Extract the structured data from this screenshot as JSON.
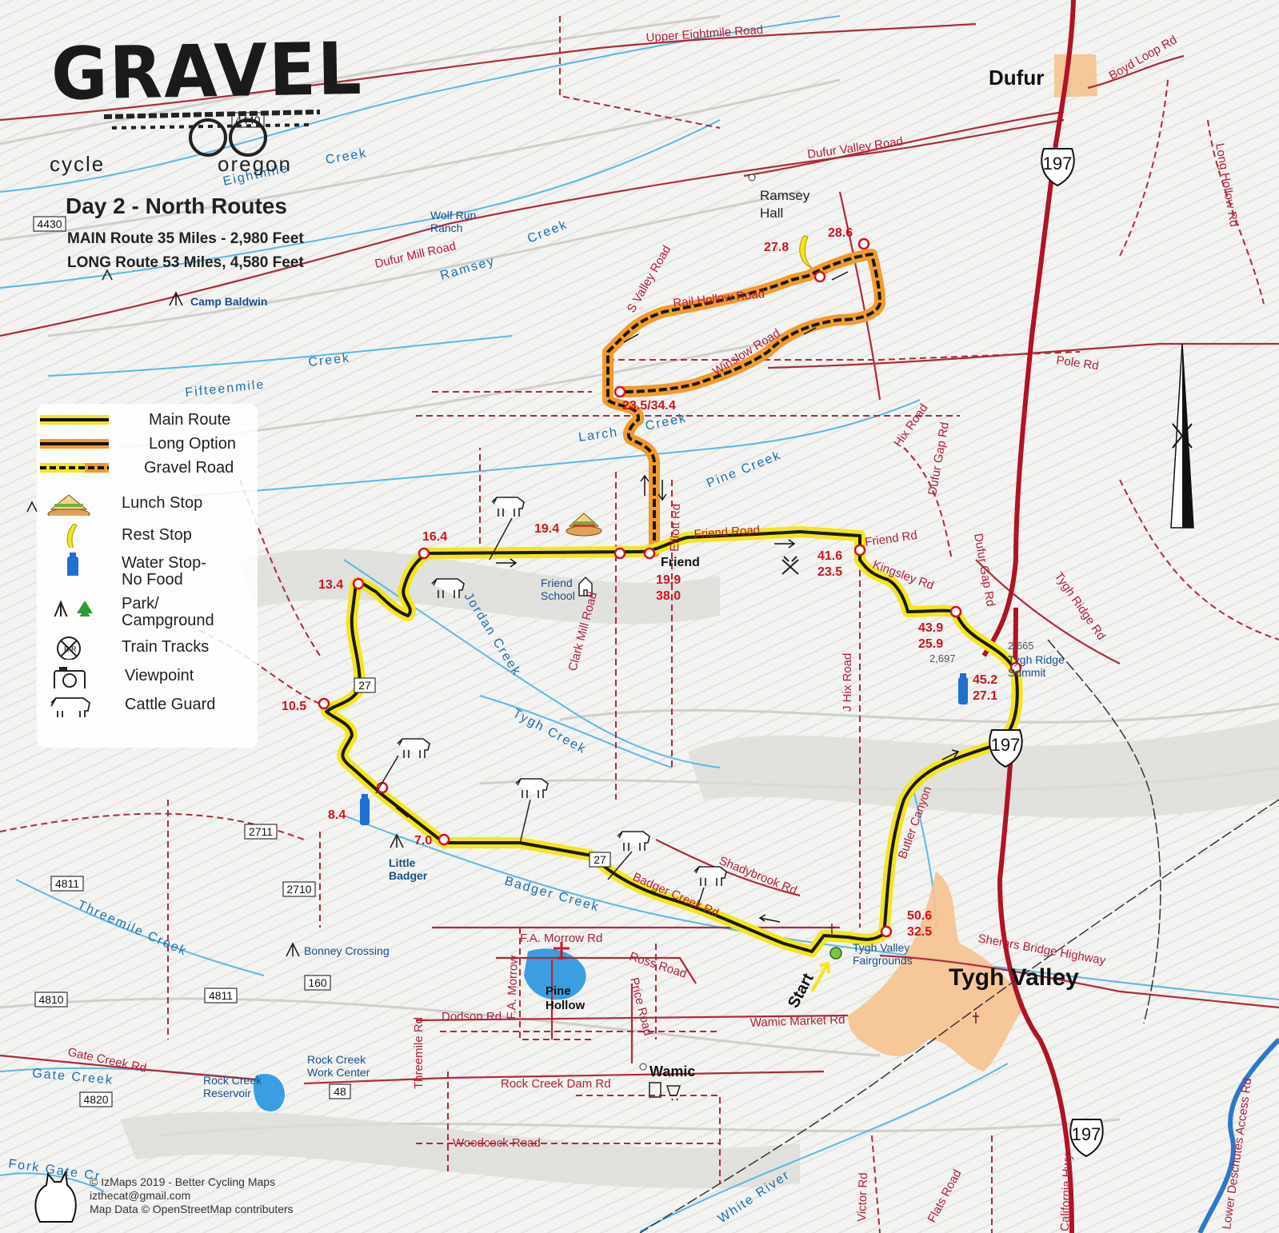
{
  "title": {
    "brand": "GRAVEL",
    "badge": "4440",
    "org_left": "cycle",
    "org_right": "oregon",
    "day": "Day 2 - North Routes",
    "main_route": "MAIN Route 35 Miles - 2,980 Feet",
    "long_route": "LONG Route 53 Miles, 4,580 Feet"
  },
  "legend": {
    "main_route": "Main Route",
    "long_option": "Long Option",
    "gravel_road": "Gravel Road",
    "lunch_stop": "Lunch Stop",
    "rest_stop": "Rest Stop",
    "water_stop_1": "Water Stop-",
    "water_stop_2": "No Food",
    "park_1": "Park/",
    "park_2": "Campground",
    "train_tracks": "Train Tracks",
    "viewpoint": "Viewpoint",
    "cattle_guard": "Cattle Guard"
  },
  "colors": {
    "main_route": "#f5e51a",
    "long_option": "#f39a2c",
    "gravel_dash": "#1a1a1a",
    "highway": "#b01226",
    "road": "#b02a3a",
    "water": "#52b7e6",
    "town": "#f6c28f",
    "mile_marker": "#d0141e"
  },
  "roads": {
    "upper_eightmile": "Upper Eightmile Road",
    "boyd_loop": "Boyd Loop Rd",
    "dufur_valley": "Dufur Valley Road",
    "long_hollow": "Long Hollow Rd",
    "dufur_mill": "Dufur Mill Road",
    "s_valley": "S Valley Road",
    "rail_hollow": "Rail Hollow Road",
    "winslow": "Winslow Road",
    "pole": "Pole Rd",
    "hix": "Hix Road",
    "dufur_gap_1": "Dufur Gap Rd",
    "dufur_gap_2": "Dufur Gap Rd",
    "elliott": "Elliott Rd",
    "friend_road": "Friend Road",
    "friend_rd": "Friend Rd",
    "kingsley": "Kingsley Rd",
    "tygh_ridge": "Tygh Ridge Rd",
    "clark_mill": "Clark Mill Road",
    "j_hix": "J Hix Road",
    "butler_canyon": "Butler Canyon",
    "shadybrook": "Shadybrook Rd",
    "badger_creek_rd": "Badger Creek Rd",
    "sherars_bridge": "Sherars Bridge Highway",
    "fa_morrow_rd": "F.A. Morrow Rd",
    "fa_morrow": "F.A. Morrow",
    "ross": "Ross Road",
    "price": "Price Road",
    "dodson": "Dodson Rd",
    "wamic_market": "Wamic Market Rd",
    "threemile_rd": "Threemile Rd",
    "rock_creek_dam": "Rock Creek Dam Rd",
    "gate_creek_rd": "Gate Creek Rd",
    "woodcock": "Woodcock Road",
    "victor": "Victor Rd",
    "flats": "Flats Road",
    "california_hwy": "California Hwy",
    "lower_deschutes": "Lower Deschutes Access Rd"
  },
  "creeks": {
    "eight_creek": "Creek",
    "eightmile": "Eightmile",
    "ramsey_1": "Ramsey",
    "ramsey_2": "Creek",
    "fifteenmile_1": "Fifteenmile",
    "fifteenmile_2": "Creek",
    "larch_1": "Larch",
    "larch_2": "Creek",
    "pine": "Pine Creek",
    "jordan": "Jordan Creek",
    "tygh": "Tygh Creek",
    "badger": "Badger Creek",
    "threemile": "Threemile Creek",
    "gate": "Gate Creek",
    "fork_gate": "Fork Gate Cr",
    "white_river": "White River"
  },
  "places": {
    "dufur": "Dufur",
    "ramsey_hall_1": "Ramsey",
    "ramsey_hall_2": "Hall",
    "wolf_run_1": "Wolf Run",
    "wolf_run_2": "Ranch",
    "camp_baldwin": "Camp Baldwin",
    "friend": "Friend",
    "friend_school_1": "Friend",
    "friend_school_2": "School",
    "tygh_ridge_1": "Tygh Ridge",
    "tygh_ridge_2": "Summit",
    "elev_2665": "2,665",
    "elev_2697": "2,697",
    "little_badger_1": "Little",
    "little_badger_2": "Badger",
    "bonney": "Bonney Crossing",
    "fairgrounds_1": "Tygh Valley",
    "fairgrounds_2": "Fairgrounds",
    "tygh_valley": "Tygh Valley",
    "start": "Start",
    "pine_hollow_1": "Pine",
    "pine_hollow_2": "Hollow",
    "wamic": "Wamic",
    "rock_creek_work_1": "Rock Creek",
    "rock_creek_work_2": "Work Center",
    "rock_creek_res_1": "Rock Creek",
    "rock_creek_res_2": "Reservoir"
  },
  "shields": {
    "s4440": "4440",
    "s4430": "4430",
    "s27a": "27",
    "s27b": "27",
    "s2711": "2711",
    "s2710": "2710",
    "s4811a": "4811",
    "s4811b": "4811",
    "s4810": "4810",
    "s4820": "4820",
    "s160": "160",
    "s48": "48",
    "us197a": "197",
    "us197b": "197",
    "us197c": "197"
  },
  "miles": {
    "m16_4": "16.4",
    "m19_4": "19.4",
    "m13_4": "13.4",
    "m19_9": "19.9",
    "m38_0": "38.0",
    "m41_6": "41.6",
    "m23_5": "23.5",
    "m23_5_34_4": "23.5/34.4",
    "m27_8": "27.8",
    "m28_6": "28.6",
    "m43_9": "43.9",
    "m25_9": "25.9",
    "m45_2": "45.2",
    "m27_1": "27.1",
    "m10_5": "10.5",
    "m8_4": "8.4",
    "m7_0": "7.0",
    "m50_6": "50.6",
    "m32_5": "32.5"
  },
  "credits": {
    "line1": "© IzMaps 2019 - Better Cycling Maps",
    "line2": "izthecat@gmail.com",
    "line3": "Map Data © OpenStreetMap contributers"
  }
}
